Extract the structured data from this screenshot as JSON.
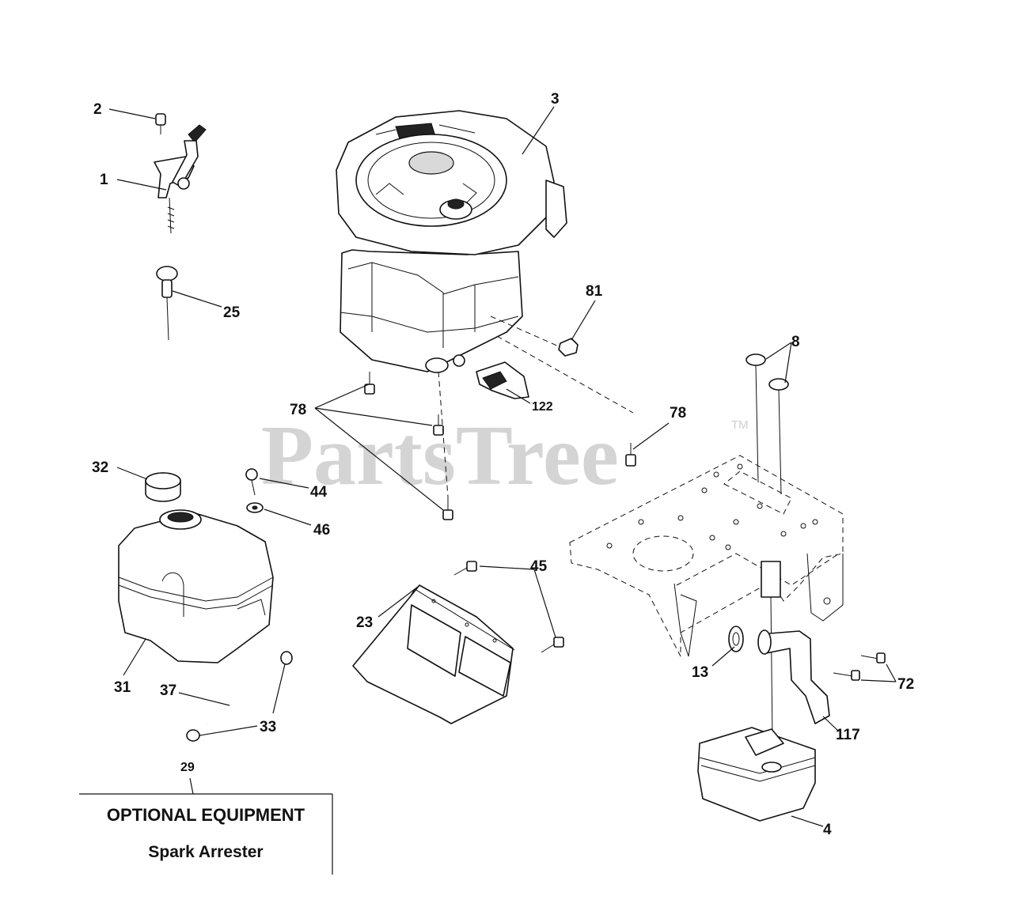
{
  "watermark": {
    "text": "PartsTree",
    "tm": "TM"
  },
  "callouts": {
    "c1": "1",
    "c2": "2",
    "c3": "3",
    "c4": "4",
    "c8": "8",
    "c13": "13",
    "c23": "23",
    "c25": "25",
    "c29": "29",
    "c31": "31",
    "c32": "32",
    "c33": "33",
    "c37": "37",
    "c44": "44",
    "c45": "45",
    "c46": "46",
    "c72": "72",
    "c78a": "78",
    "c78b": "78",
    "c81": "81",
    "c117": "117",
    "c122": "122"
  },
  "optional_box": {
    "title": "OPTIONAL EQUIPMENT",
    "subtitle": "Spark Arrester"
  }
}
